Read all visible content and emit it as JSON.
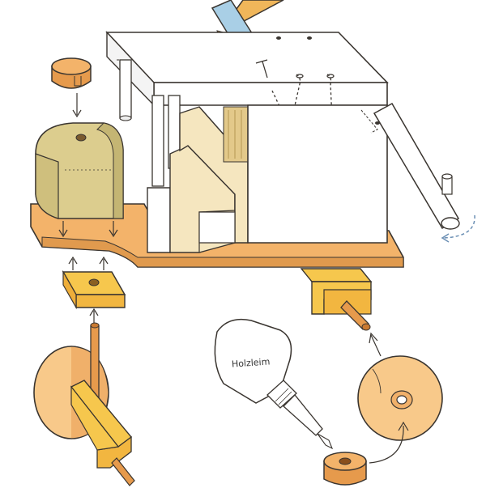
{
  "diagram": {
    "glue_bottle_label": "Holzleim"
  },
  "colors": {
    "line": "#3a3530",
    "pine_base": "#f3b36a",
    "pine_shadow": "#e09a4e",
    "block_yellow": "#f6c74d",
    "cap_orange": "#e69a4c",
    "cap_dark": "#c97a32",
    "khaki_block": "#dccd8e",
    "khaki_shadow": "#c4b573",
    "cream_panel": "#f5e6bf",
    "white_panel": "#ffffff",
    "wheel": "#f8c98a",
    "hammer_head": "#a9cfe6",
    "hammer_handle": "#f0b65a",
    "arrow_blue": "#6b8fb4"
  },
  "icons": [
    "hammer",
    "nail",
    "glue-bottle",
    "wheel",
    "axle",
    "curved-arrow"
  ]
}
